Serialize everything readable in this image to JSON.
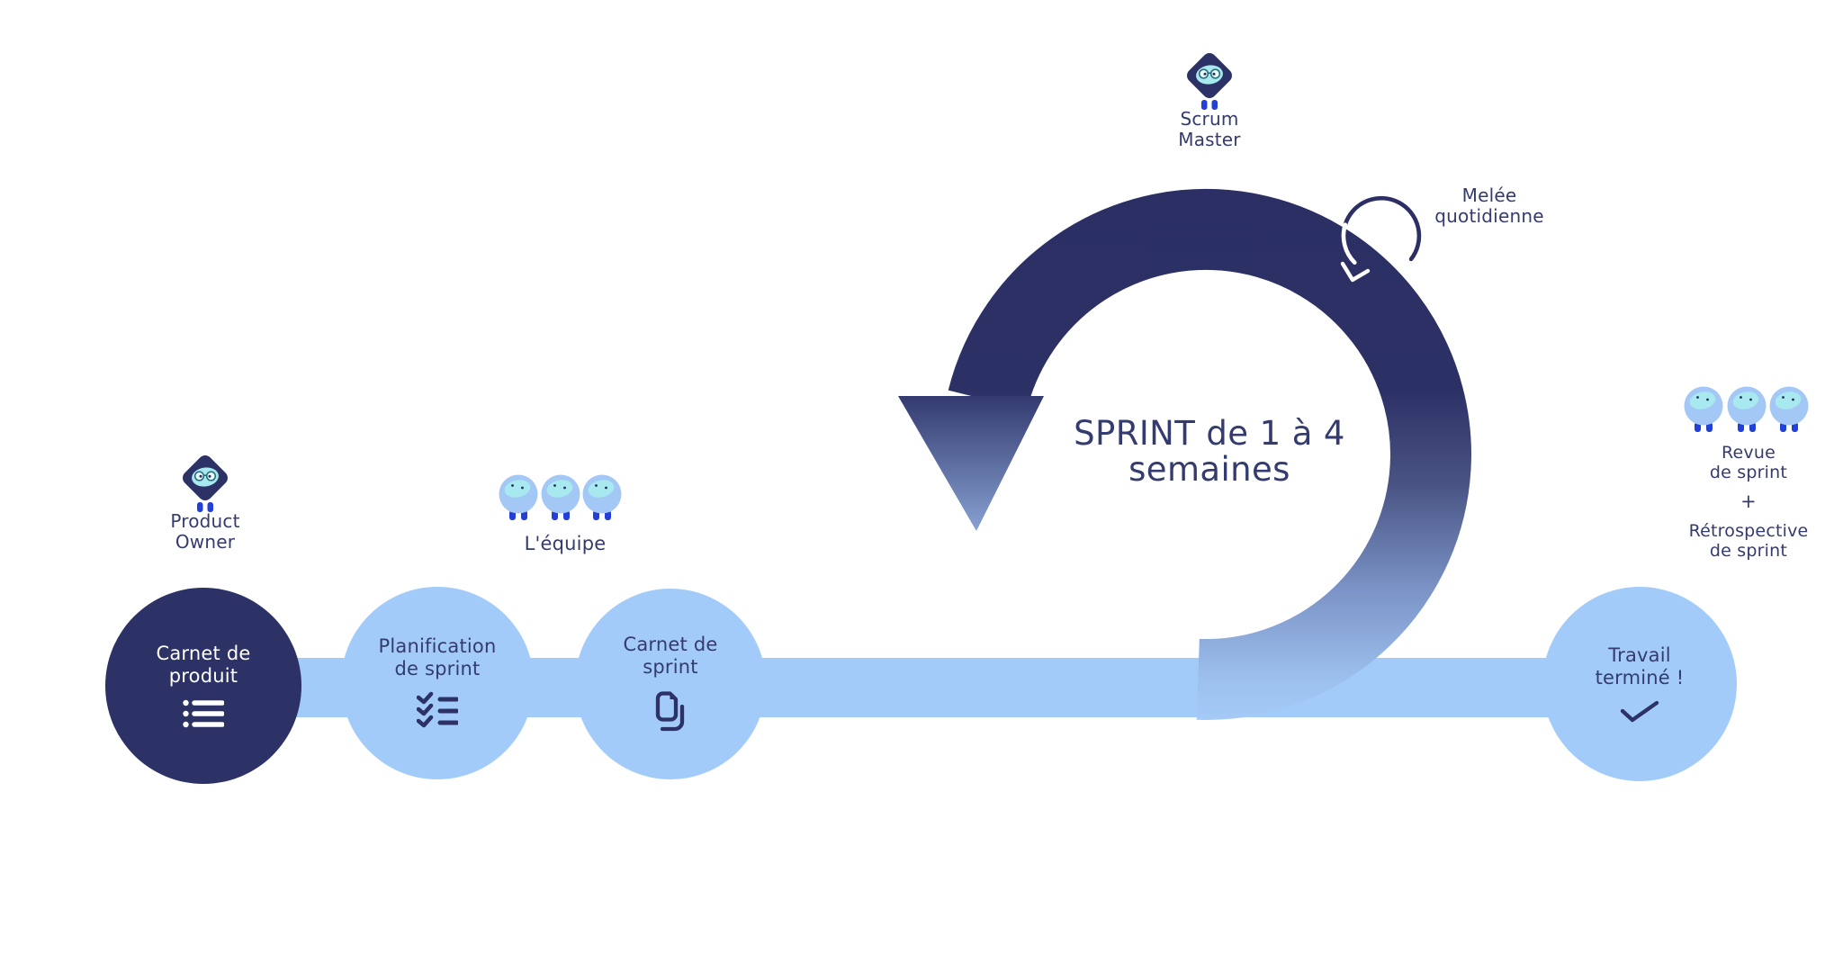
{
  "diagram": "Scrum sprint process flow",
  "colors": {
    "navy": "#2c3166",
    "ring_navy": "#2b2f63",
    "light_blue": "#a3cbf9",
    "royal_blue": "#2240d8",
    "face_teal": "#a7e9ef",
    "text_navy": "#343b6e",
    "ring_fade_light": "#a5cbf8"
  },
  "roles": {
    "product_owner": {
      "line1": "Product",
      "line2": "Owner",
      "icon": "diamond-character-icon"
    },
    "scrum_master": {
      "line1": "Scrum",
      "line2": "Master",
      "icon": "diamond-character-icon"
    },
    "team": {
      "label": "L'équipe",
      "icon": "team-member-icon",
      "member_count": 3
    },
    "review": {
      "line1": "Revue",
      "line2": "de sprint",
      "plus": "+",
      "line3": "Rétrospective",
      "line4": "de sprint",
      "icon": "team-member-icon",
      "member_count": 3
    }
  },
  "steps": [
    {
      "line1": "Carnet de",
      "line2": "produit",
      "icon": "bullet-list-icon",
      "variant": "dark"
    },
    {
      "line1": "Planification",
      "line2": "de sprint",
      "icon": "checklist-icon",
      "variant": "light"
    },
    {
      "line1": "Carnet de",
      "line2": "sprint",
      "icon": "documents-icon",
      "variant": "light"
    },
    {
      "line1": "Travail",
      "line2": "terminé !",
      "icon": "checkmark-icon",
      "variant": "light"
    }
  ],
  "sprint": {
    "line1": "SPRINT de 1 à 4",
    "line2": "semaines"
  },
  "daily": {
    "line1": "Melée",
    "line2": "quotidienne"
  }
}
